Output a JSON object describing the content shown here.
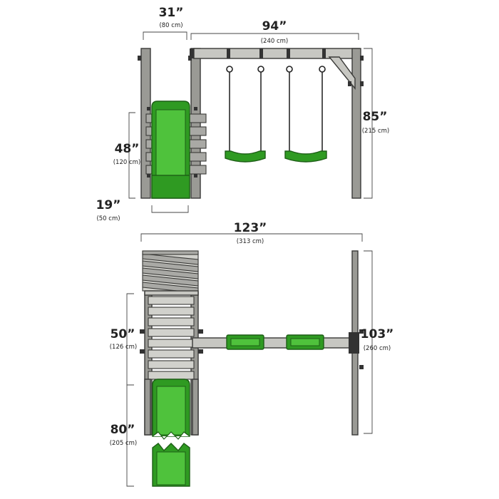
{
  "dimensions": {
    "front_view": {
      "slide_tower_width": {
        "imperial": "31”",
        "metric": "(80 cm)"
      },
      "swing_beam_length": {
        "imperial": "94”",
        "metric": "(240 cm)"
      },
      "platform_height": {
        "imperial": "48”",
        "metric": "(120 cm)"
      },
      "swing_height": {
        "imperial": "85”",
        "metric": "(215 cm)"
      },
      "slide_width": {
        "imperial": "19”",
        "metric": "(50 cm)"
      }
    },
    "side_view": {
      "total_length": {
        "imperial": "123”",
        "metric": "(313 cm)"
      },
      "tower_depth": {
        "imperial": "50”",
        "metric": "(126 cm)"
      },
      "slide_length": {
        "imperial": "80”",
        "metric": "(205 cm)"
      },
      "total_height": {
        "imperial": "103”",
        "metric": "(260 cm)"
      }
    }
  },
  "colors": {
    "wood": "#9a9a95",
    "wood_light": "#c7c7c2",
    "slide_green": "#2f9a22",
    "slide_green_light": "#4fc23c",
    "outline": "#3a3a38"
  }
}
